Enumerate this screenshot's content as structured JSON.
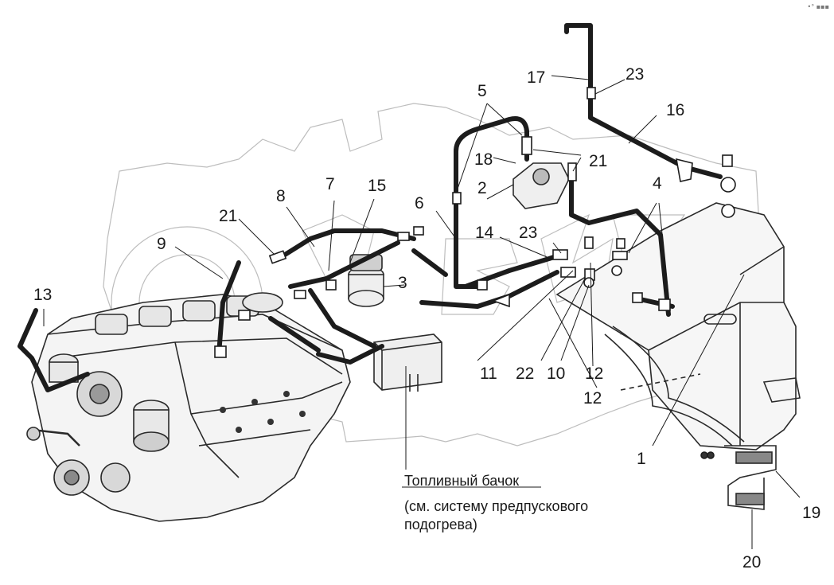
{
  "diagram": {
    "labels": {
      "l1": "1",
      "l2": "2",
      "l3": "3",
      "l4": "4",
      "l5": "5",
      "l6": "6",
      "l7": "7",
      "l8": "8",
      "l9": "9",
      "l10": "10",
      "l11": "11",
      "l12a": "12",
      "l12b": "12",
      "l13": "13",
      "l14": "14",
      "l15": "15",
      "l16": "16",
      "l17": "17",
      "l18": "18",
      "l19": "19",
      "l20": "20",
      "l21a": "21",
      "l21b": "21",
      "l22": "22",
      "l23a": "23",
      "l23b": "23"
    },
    "note": {
      "line1": "Топливный бачок",
      "line2": "(см. систему предпускового",
      "line3": "подогрева)"
    },
    "corner_mark": "•° ▪▪▪"
  }
}
